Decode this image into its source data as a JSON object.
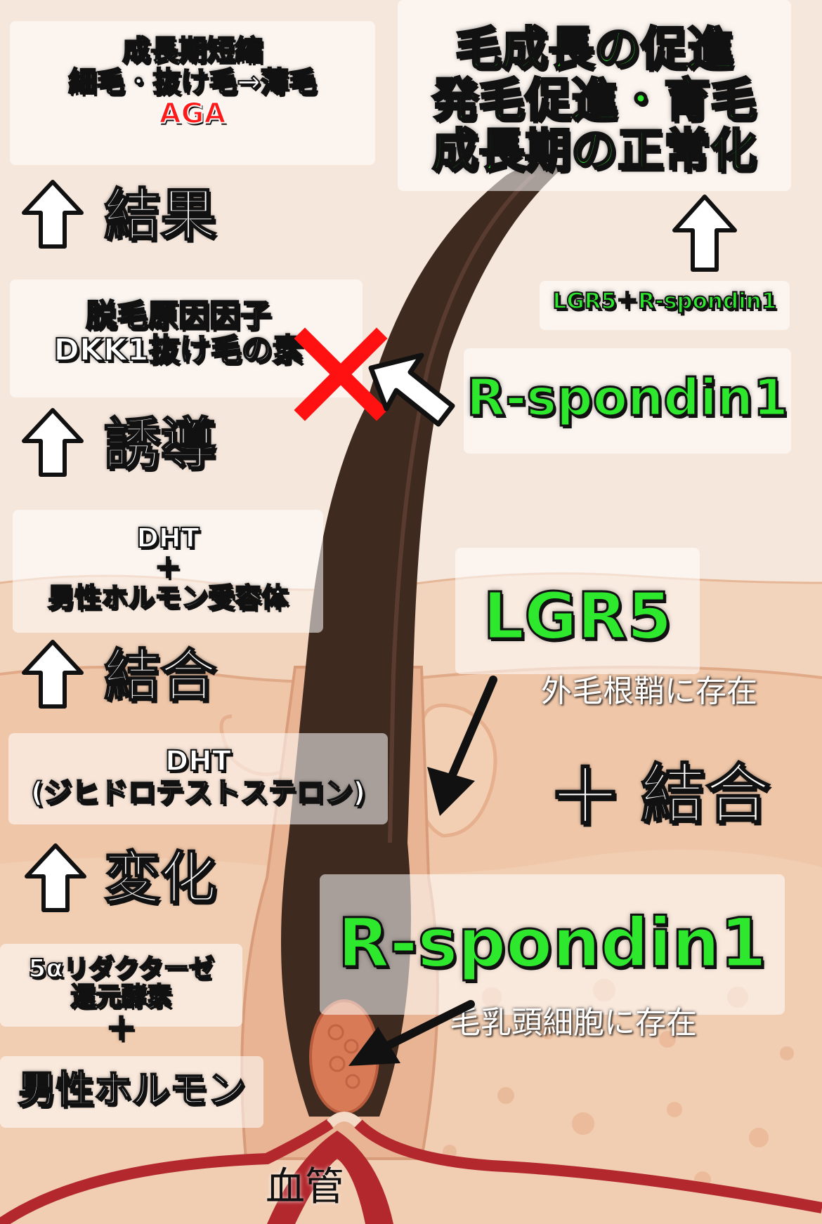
{
  "left": {
    "top_box": {
      "line1": "成長期短縮",
      "line2": "細毛・抜け毛→薄毛",
      "line3": "AGA"
    },
    "step_result": "結果",
    "cause_box": {
      "line1": "脱毛原因因子",
      "line2": "DKK1抜け毛の素"
    },
    "step_induce": "誘導",
    "dht_receptor_box": {
      "line1": "DHT",
      "line2": "＋",
      "line3": "男性ホルモン受容体"
    },
    "step_bind": "結合",
    "dht_box": {
      "line1": "DHT",
      "line2": "(ジヒドロテストステロン)"
    },
    "step_change": "変化",
    "enzyme_box": {
      "line1": "5αリダクターゼ",
      "line2": "還元酵素",
      "line3": "＋",
      "line4": "男性ホルモン"
    }
  },
  "right": {
    "top_box": {
      "line1": "毛成長の促進",
      "line2": "発毛促進・育毛",
      "line3": "成長期の正常化"
    },
    "combo_label": "LGR5＋R-spondin1",
    "rspondin_upper": "R-spondin1",
    "lgr5": {
      "title": "LGR5",
      "caption": "外毛根鞘に存在"
    },
    "plus_bind": {
      "plus": "＋",
      "label": "結合"
    },
    "rspondin_lower": {
      "title": "R-spondin1",
      "caption": "毛乳頭細胞に存在"
    }
  },
  "blood_vessel_label": "血管",
  "colors": {
    "green_text": "#2ee82e",
    "red_text": "#ff1a1a",
    "hair": "#3f2a20",
    "skin": "#f0c4a5",
    "vessel": "#b3282d"
  }
}
